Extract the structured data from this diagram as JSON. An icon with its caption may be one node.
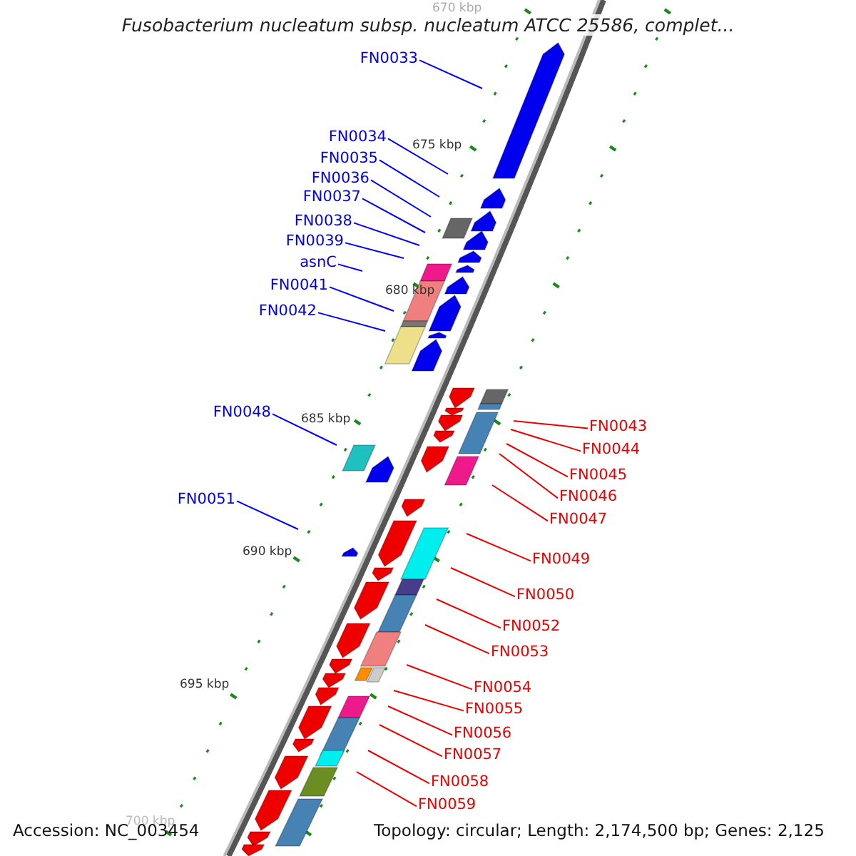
{
  "diagram": {
    "title": "Fusobacterium nucleatum subsp. nucleatum ATCC 25586, complet...",
    "nodes": [
      {
        "text": [
          "FN0033"
        ]
      },
      {
        "text": [
          "FN0034"
        ]
      },
      {
        "text": [
          "FN0035"
        ]
      },
      {
        "text": [
          "FN0036"
        ]
      },
      {
        "text": [
          "FN0037"
        ]
      },
      {
        "text": [
          "FN0038"
        ]
      },
      {
        "text": [
          "FN0039"
        ]
      },
      {
        "text": [
          "asnC"
        ]
      },
      {
        "text": [
          "FN0041"
        ]
      },
      {
        "text": [
          "FN0042"
        ]
      },
      {
        "text": [
          "FN0048"
        ]
      },
      {
        "text": [
          "FN0051"
        ]
      },
      {
        "text": [
          "FN0043"
        ]
      },
      {
        "text": [
          "FN0044"
        ]
      },
      {
        "text": [
          "FN0045"
        ]
      },
      {
        "text": [
          "FN0046"
        ]
      },
      {
        "text": [
          "FN0047"
        ]
      },
      {
        "text": [
          "FN0049"
        ]
      },
      {
        "text": [
          "FN0050"
        ]
      },
      {
        "text": [
          "FN0052"
        ]
      },
      {
        "text": [
          "FN0053"
        ]
      },
      {
        "text": [
          "FN0054"
        ]
      },
      {
        "text": [
          "FN0055"
        ]
      },
      {
        "text": [
          "FN0056"
        ]
      },
      {
        "text": [
          "FN0057"
        ]
      },
      {
        "text": [
          "FN0058"
        ]
      },
      {
        "text": [
          "FN0059"
        ]
      }
    ],
    "edges": [
      {
        "from": 0,
        "to": null,
        "arrow": "none",
        "color": "#0000ff"
      },
      {
        "from": 1,
        "to": null,
        "arrow": "none",
        "color": "#0000ff"
      },
      {
        "from": 2,
        "to": null,
        "arrow": "none",
        "color": "#0000ff"
      },
      {
        "from": 3,
        "to": null,
        "arrow": "none",
        "color": "#0000ff"
      },
      {
        "from": 4,
        "to": null,
        "arrow": "none",
        "color": "#0000ff"
      },
      {
        "from": 5,
        "to": null,
        "arrow": "none",
        "color": "#0000ff"
      },
      {
        "from": 6,
        "to": null,
        "arrow": "none",
        "color": "#0000ff"
      },
      {
        "from": 7,
        "to": null,
        "arrow": "none",
        "color": "#0000ff"
      },
      {
        "from": 8,
        "to": null,
        "arrow": "none",
        "color": "#0000ff"
      },
      {
        "from": 9,
        "to": null,
        "arrow": "none",
        "color": "#0000ff"
      },
      {
        "from": 10,
        "to": null,
        "arrow": "none",
        "color": "#0000ff"
      },
      {
        "from": 11,
        "to": null,
        "arrow": "none",
        "color": "#0000ff"
      },
      {
        "from": 12,
        "to": null,
        "arrow": "none"
      },
      {
        "from": 13,
        "to": null,
        "arrow": "none"
      },
      {
        "from": 14,
        "to": null,
        "arrow": "none"
      },
      {
        "from": 15,
        "to": null,
        "arrow": "none"
      },
      {
        "from": 16,
        "to": null,
        "arrow": "none"
      },
      {
        "from": 17,
        "to": null,
        "arrow": "none"
      },
      {
        "from": 18,
        "to": null,
        "arrow": "none"
      },
      {
        "from": 19,
        "to": null,
        "arrow": "none"
      },
      {
        "from": 20,
        "to": null,
        "arrow": "none"
      },
      {
        "from": 21,
        "to": null,
        "arrow": "none"
      },
      {
        "from": 22,
        "to": null,
        "arrow": "none"
      },
      {
        "from": 23,
        "to": null,
        "arrow": "none"
      },
      {
        "from": 24,
        "to": null,
        "arrow": "none"
      },
      {
        "from": 25,
        "to": null,
        "arrow": "none"
      },
      {
        "from": 26,
        "to": null,
        "arrow": "none"
      }
    ],
    "labels": [
      "670 kbp",
      "675 kbp",
      "680 kbp",
      "685 kbp",
      "690 kbp",
      "695 kbp",
      "700 kbp",
      "Accession: NC_003454",
      "Topology: circular; Length: 2,174,500 bp; Genes: 2,125"
    ]
  }
}
